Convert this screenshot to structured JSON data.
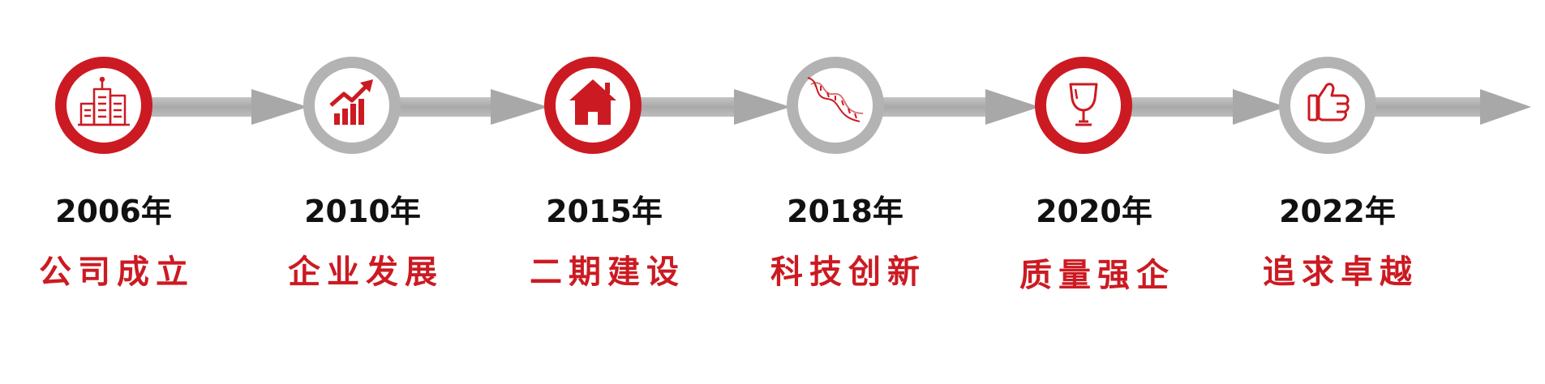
{
  "colors": {
    "accent": "#cc1a22",
    "inactive": "#b3b3b3",
    "arrow": "#b0b0b0",
    "year_text": "#111111"
  },
  "milestones": [
    {
      "year": "2006年",
      "label": "公司成立",
      "icon": "office-building-icon",
      "active": true
    },
    {
      "year": "2010年",
      "label": "企业发展",
      "icon": "growth-chart-icon",
      "active": false
    },
    {
      "year": "2015年",
      "label": "二期建设",
      "icon": "house-icon",
      "active": true
    },
    {
      "year": "2018年",
      "label": "科技创新",
      "icon": "dna-icon",
      "active": false
    },
    {
      "year": "2020年",
      "label": "质量强企",
      "icon": "trophy-icon",
      "active": true
    },
    {
      "year": "2022年",
      "label": "追求卓越",
      "icon": "thumbs-up-icon",
      "active": false
    }
  ]
}
